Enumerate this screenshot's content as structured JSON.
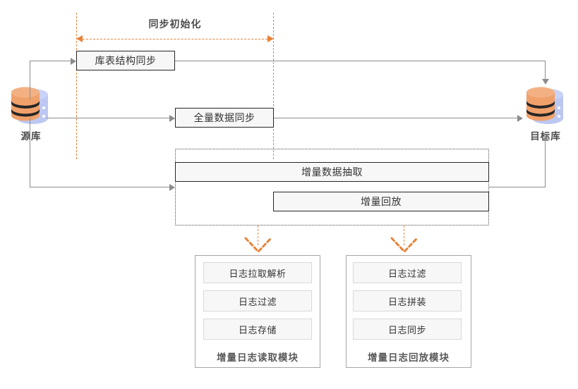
{
  "diagram": {
    "title_phase": "同步初始化",
    "source_db": {
      "label": "源库",
      "icon": "database-icon"
    },
    "target_db": {
      "label": "目标库",
      "icon": "database-icon"
    },
    "stages": [
      {
        "id": "schema-sync",
        "label": "库表结构同步"
      },
      {
        "id": "full-data-sync",
        "label": "全量数据同步"
      },
      {
        "id": "incr-extract",
        "label": "增量数据抽取"
      },
      {
        "id": "incr-replay",
        "label": "增量回放"
      }
    ],
    "modules": [
      {
        "id": "incr-log-read-module",
        "caption": "增量日志读取模块",
        "items": [
          "日志拉取解析",
          "日志过滤",
          "日志存储"
        ]
      },
      {
        "id": "incr-log-replay-module",
        "caption": "增量日志回放模块",
        "items": [
          "日志过滤",
          "日志拼装",
          "日志同步"
        ]
      }
    ],
    "colors": {
      "accent_orange": "#E8833A",
      "box_fill": "#f7f7f7",
      "box_border": "#262626",
      "connector": "#8c8c8c",
      "db_blue": "#bcc8f2",
      "db_orange": "#f0a06a",
      "text": "#333333"
    }
  }
}
